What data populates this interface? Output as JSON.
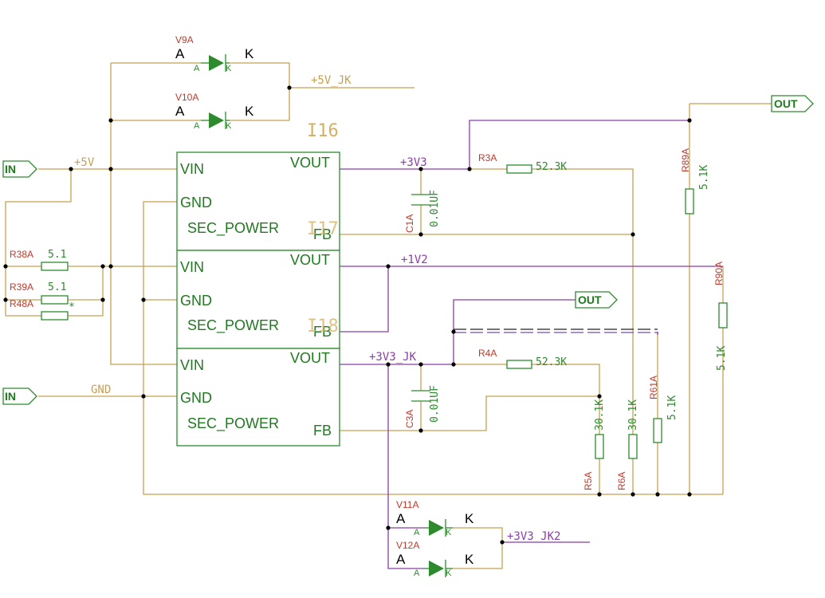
{
  "blocks": [
    {
      "name": "I16",
      "pins": {
        "vin": "VIN",
        "gnd": "GND",
        "sec": "SEC_POWER",
        "vout": "VOUT",
        "fb": "FB"
      }
    },
    {
      "name": "I17",
      "pins": {
        "vin": "VIN",
        "gnd": "GND",
        "sec": "SEC_POWER",
        "vout": "VOUT",
        "fb": "FB"
      }
    },
    {
      "name": "I18",
      "pins": {
        "vin": "VIN",
        "gnd": "GND",
        "sec": "SEC_POWER",
        "vout": "VOUT",
        "fb": "FB"
      }
    }
  ],
  "diodes": [
    {
      "ref": "V9A",
      "a": "A",
      "k": "K",
      "small_a": "A",
      "small_k": "K"
    },
    {
      "ref": "V10A",
      "a": "A",
      "k": "K",
      "small_a": "A",
      "small_k": "K"
    },
    {
      "ref": "V11A",
      "a": "A",
      "k": "K",
      "small_a": "A",
      "small_k": "K"
    },
    {
      "ref": "V12A",
      "a": "A",
      "k": "K",
      "small_a": "A",
      "small_k": "K"
    }
  ],
  "resistors": [
    {
      "ref": "R38A",
      "value": "5.1"
    },
    {
      "ref": "R39A",
      "value": "5.1"
    },
    {
      "ref": "R48A",
      "value": "*"
    },
    {
      "ref": "R3A",
      "value": "52.3K"
    },
    {
      "ref": "R4A",
      "value": "52.3K"
    },
    {
      "ref": "R5A",
      "value": "30.1K"
    },
    {
      "ref": "R6A",
      "value": "30.1K"
    },
    {
      "ref": "R61A",
      "value": "5.1K"
    },
    {
      "ref": "R89A",
      "value": "5.1K"
    },
    {
      "ref": "R90A",
      "value": "5.1K"
    }
  ],
  "capacitors": [
    {
      "ref": "C1A",
      "value": "0.01UF"
    },
    {
      "ref": "C3A",
      "value": "0.01UF"
    }
  ],
  "nets": {
    "p5v_jk": "+5V_JK",
    "p5v": "+5V",
    "p3v3": "+3V3",
    "p1v2": "+1V2",
    "p3v3_jk": "+3V3_JK",
    "p3v3_jk2": "+3V3_JK2",
    "gnd": "GND"
  },
  "ports": {
    "in_top": "IN",
    "in_bottom": "IN",
    "out_top": "OUT",
    "out_mid": "OUT"
  },
  "colors": {
    "wire_power": "#c8a050",
    "wire_signal": "#8a3fa8",
    "component": "#2d8a2d",
    "ref_label": "#c0392b"
  }
}
